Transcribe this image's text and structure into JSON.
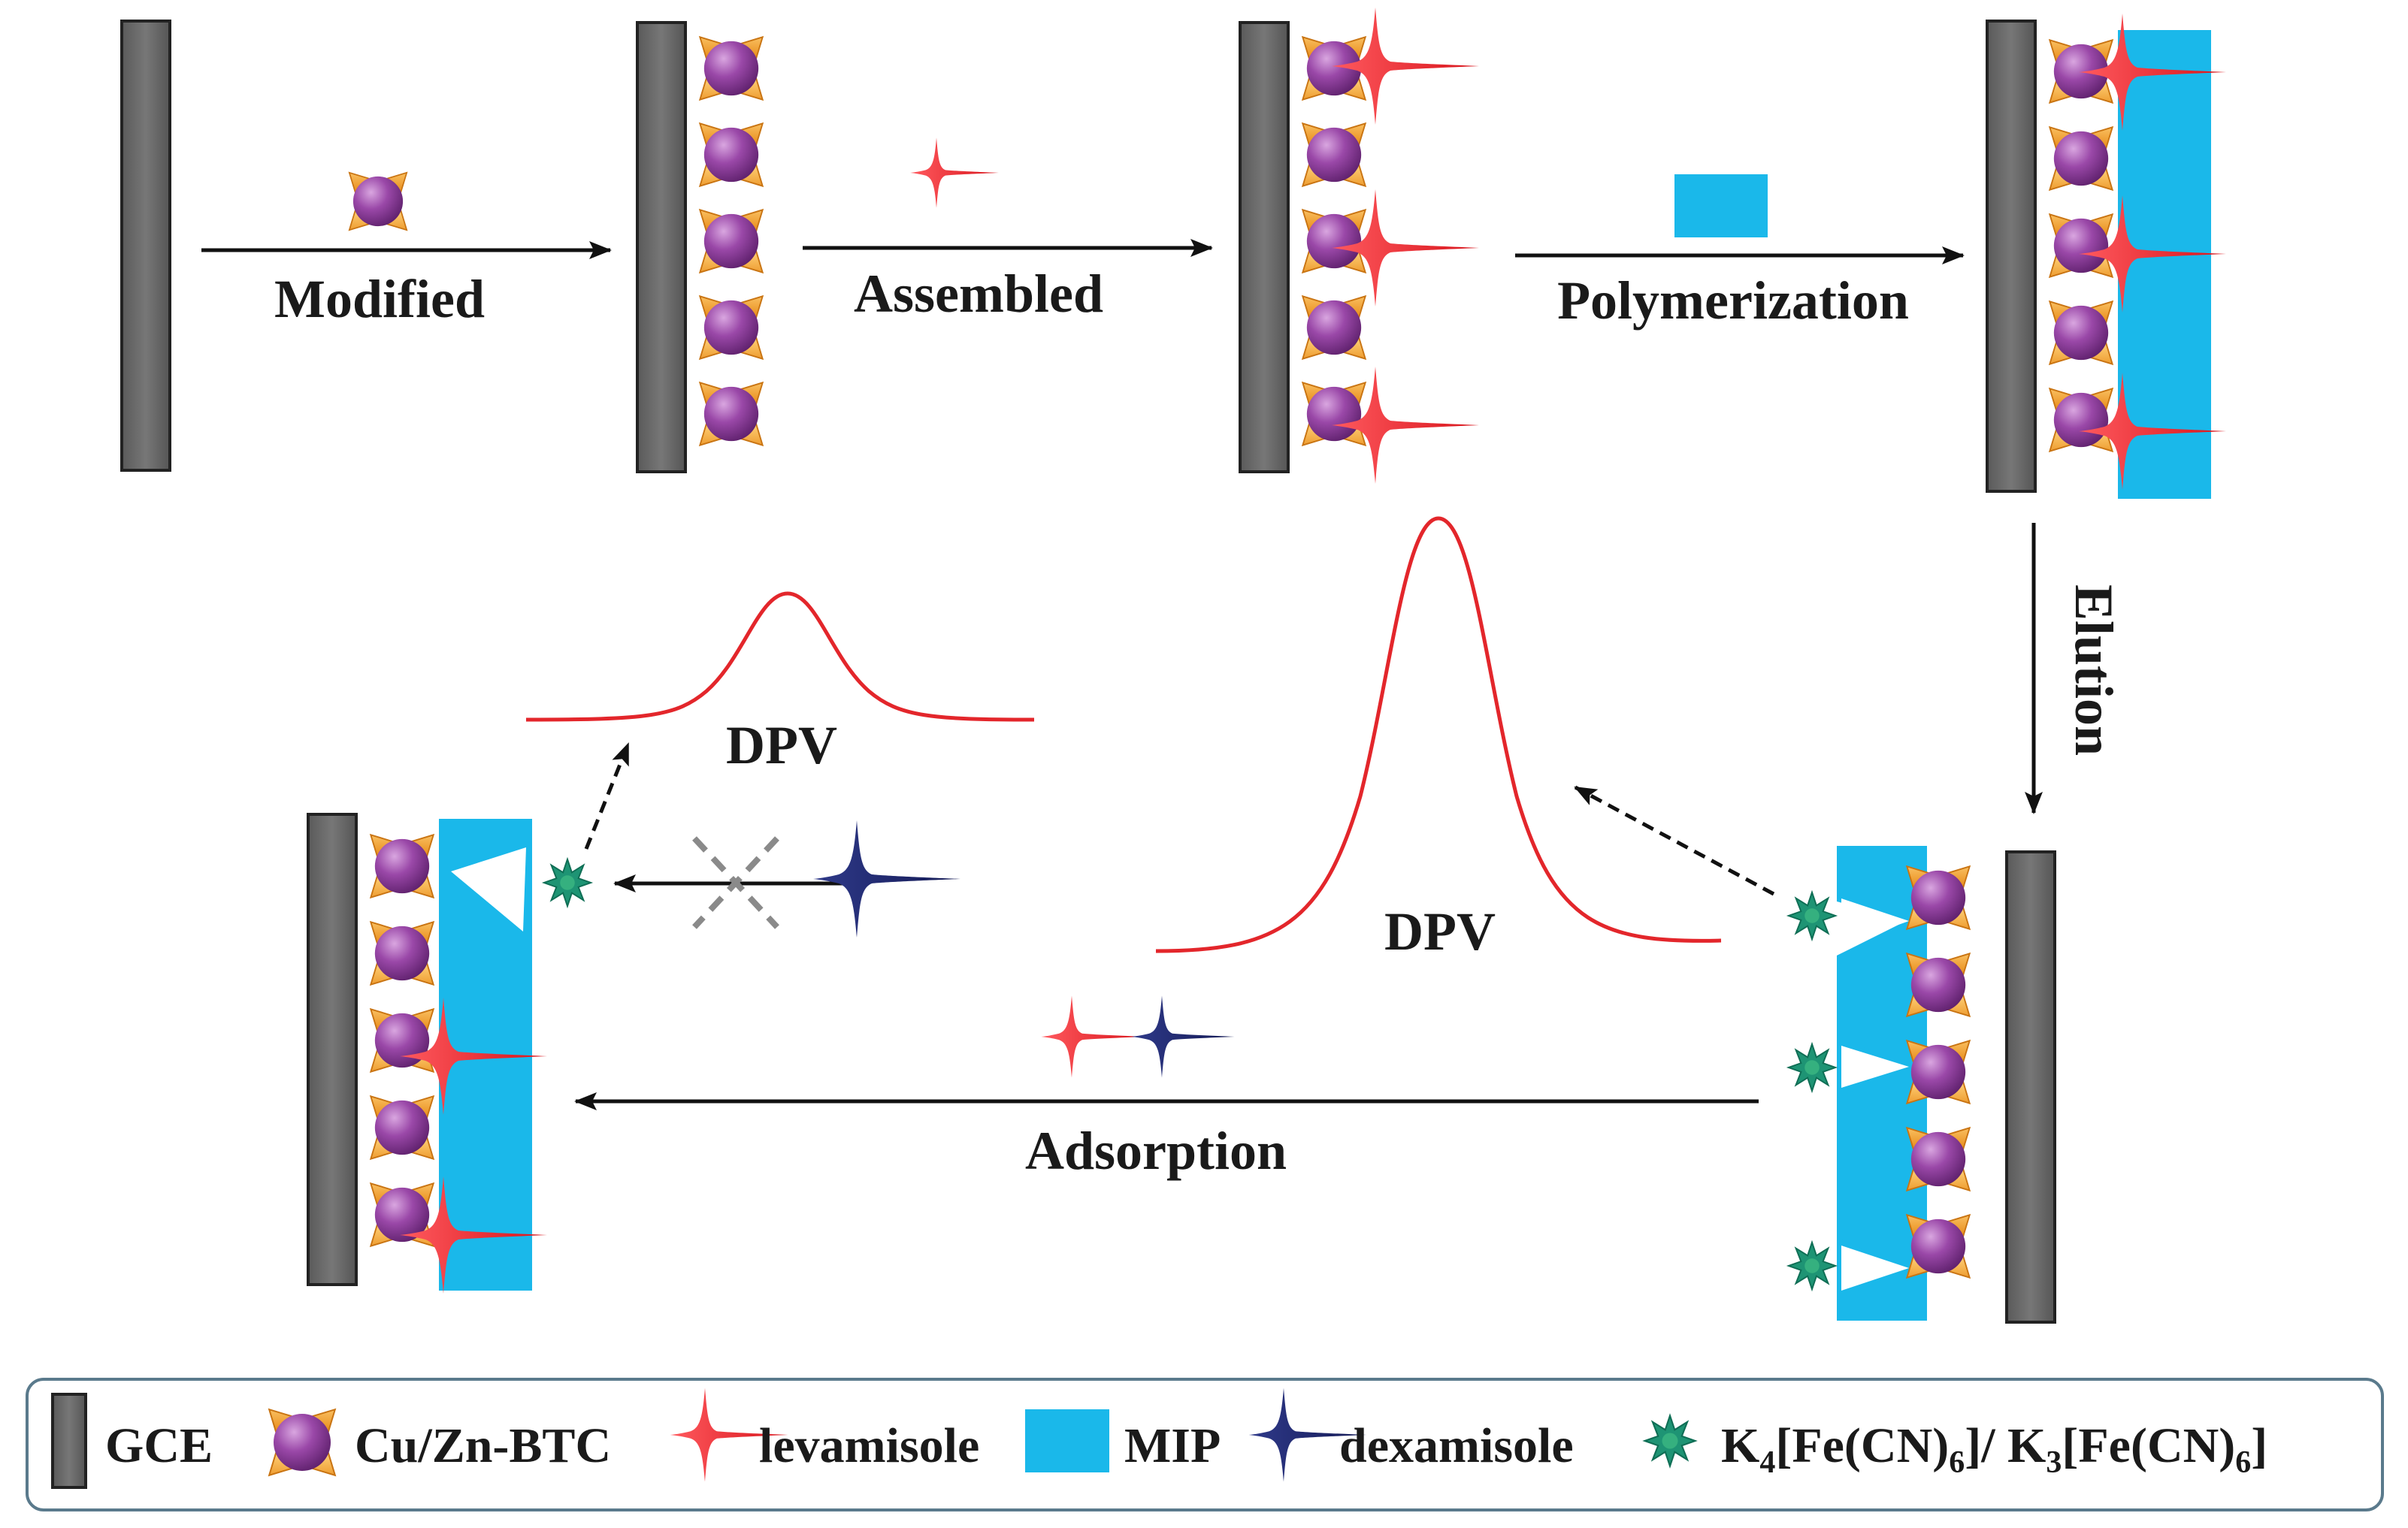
{
  "steps": {
    "modified": "Modified",
    "assembled": "Assembled",
    "polymerization": "Polymerization",
    "elution": "Elution",
    "adsorption": "Adsorption"
  },
  "signals": {
    "dpv_small": "DPV",
    "dpv_large": "DPV"
  },
  "legend": {
    "gce": "GCE",
    "mof": "Cu/Zn-BTC",
    "template": "levamisole",
    "mip": "MIP",
    "interferent": "dexamisole",
    "probe_k4": "K",
    "probe_k4_sub": "4",
    "probe_fe": "[Fe(CN)",
    "probe_cn_sub": "6",
    "probe_sep": "]/ K",
    "probe_k3_sub": "3",
    "probe_fe2": "[Fe(CN)",
    "probe_cn_sub2": "6",
    "probe_end": "]"
  },
  "colors": {
    "electrode": "#646464",
    "mof_ball": "#8e3f9a",
    "mof_points": "#f2a33a",
    "levamisole": "#ee2027",
    "mip": "#1ab8ea",
    "dexamisole": "#1b2369",
    "probe": "#1e9474",
    "dpv_curve": "#e3262b"
  }
}
